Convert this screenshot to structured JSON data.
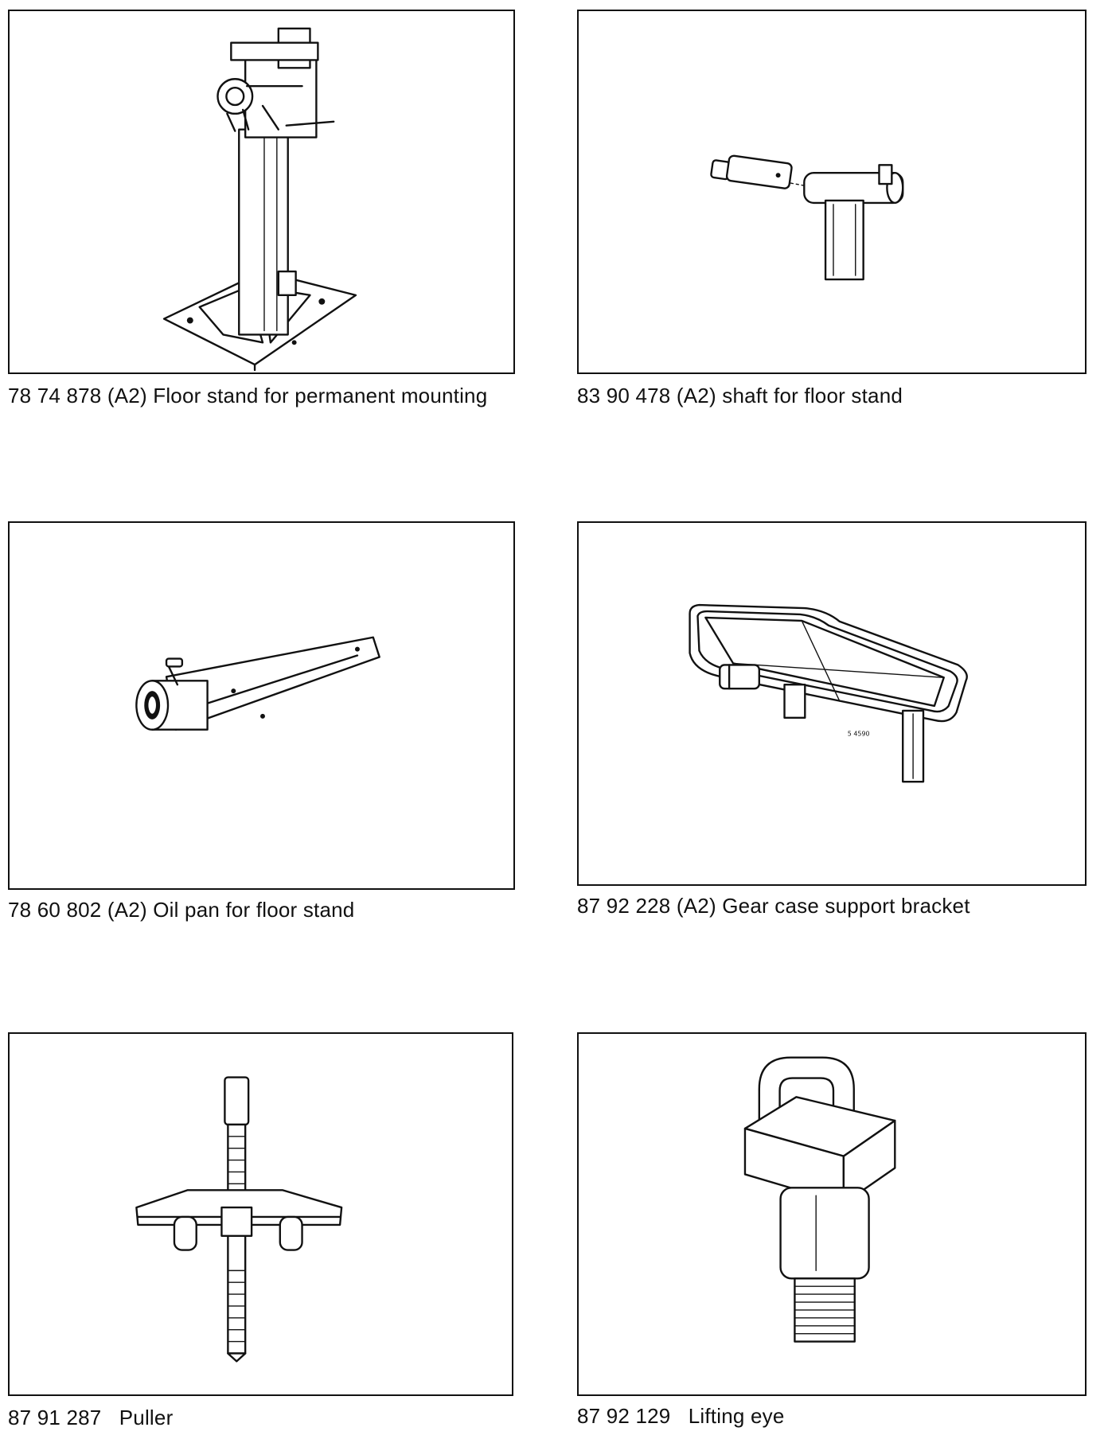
{
  "tools": [
    {
      "part_number": "78 74 878",
      "caption": "(A2) Floor stand for permanent mounting",
      "icon": "floor-stand-drawing"
    },
    {
      "part_number": "83 90 478",
      "caption": "(A2) shaft for floor stand",
      "icon": "shaft-drawing"
    },
    {
      "part_number": "78 60 802",
      "caption": "(A2) Oil pan for floor stand",
      "icon": "oil-pan-bracket-drawing"
    },
    {
      "part_number": "87 92 228",
      "caption": "(A2) Gear case support bracket",
      "icon": "gear-case-tray-drawing"
    },
    {
      "part_number": "87 91 287",
      "caption": "Puller",
      "icon": "puller-drawing"
    },
    {
      "part_number": "87 92 129",
      "caption": "Lifting eye",
      "icon": "lifting-eye-drawing"
    }
  ],
  "figure_codes": {
    "gear_case": "5 4590"
  }
}
